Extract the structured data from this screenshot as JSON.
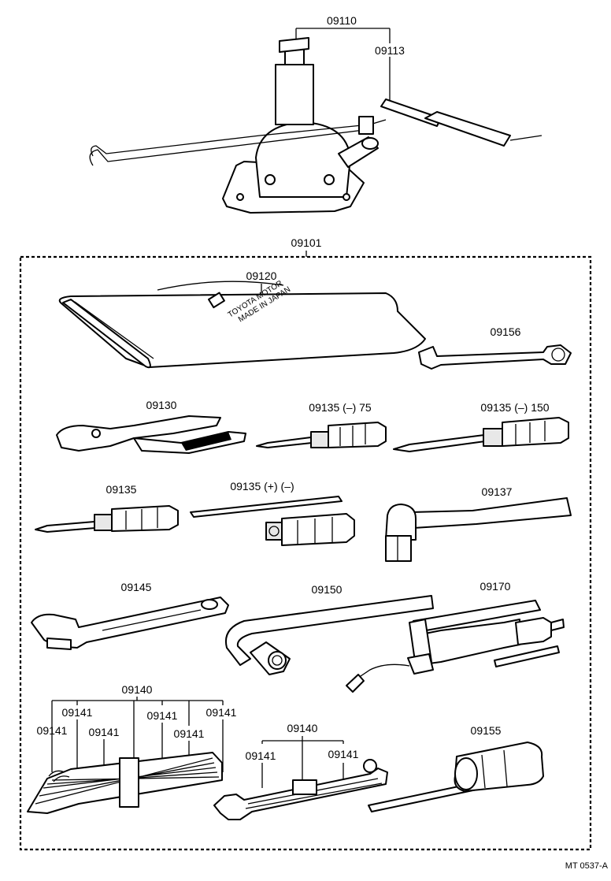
{
  "callouts": {
    "jack": "09110",
    "jack_handle": "09113",
    "tool_set": "09101",
    "tool_bag": "09120",
    "wrench_09156": "09156",
    "pliers": "09130",
    "screwdriver_minus_75": "09135 (–) 75",
    "screwdriver_minus_150": "09135 (–) 150",
    "screwdriver_09135": "09135",
    "screwdriver_plus_minus": "09135 (+) (–)",
    "hammer": "09137",
    "adjustable_wrench": "09145",
    "lug_wrench": "09150",
    "grease_gun": "09170",
    "wrench_set_left": "09140",
    "wrench_left_1": "09141",
    "wrench_left_2": "09141",
    "wrench_left_3": "09141",
    "wrench_left_4": "09141",
    "wrench_left_5": "09141",
    "wrench_left_6": "09141",
    "wrench_set_right": "09140",
    "wrench_right_1": "09141",
    "wrench_right_2": "09141",
    "plug_wrench": "09155"
  },
  "bag_brand": {
    "line1": "TOYOTA MOTOR",
    "line2": "MADE IN JAPAN"
  },
  "figure_code": "MT 0537-A"
}
